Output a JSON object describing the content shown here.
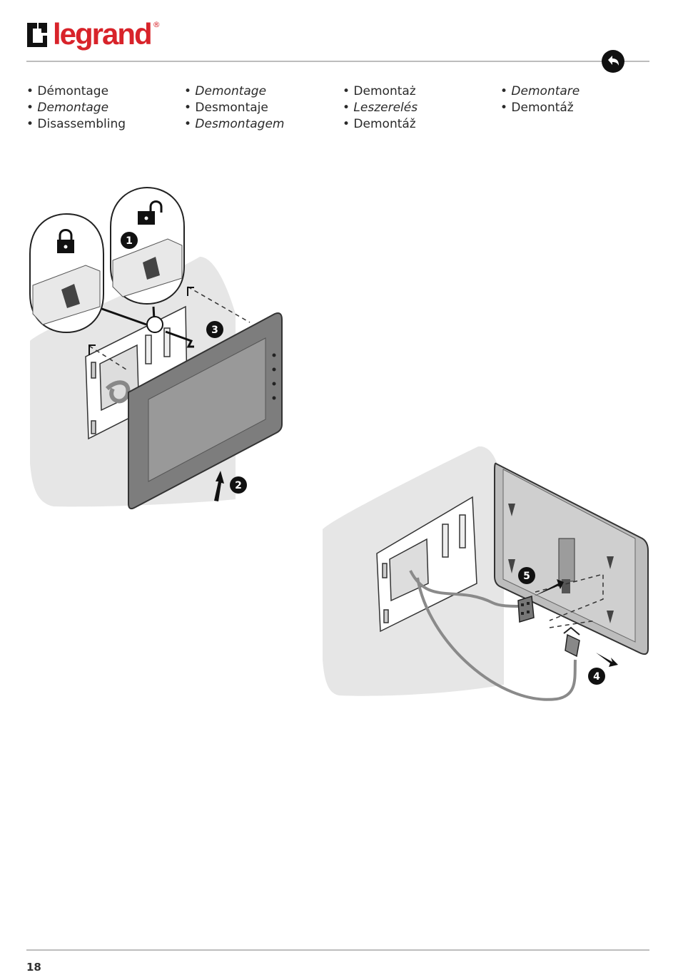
{
  "header": {
    "brand": "legrand",
    "registered_mark": "®",
    "back_icon": "back-arrow-icon"
  },
  "languages": {
    "col1": [
      {
        "text": "• Démontage",
        "italic": false
      },
      {
        "text": "• Demontage",
        "italic": true
      },
      {
        "text": "• Disassembling",
        "italic": false
      }
    ],
    "col2": [
      {
        "text": "• Demontage",
        "italic": true
      },
      {
        "text": "• Desmontaje",
        "italic": false
      },
      {
        "text": "• Desmontagem",
        "italic": true
      }
    ],
    "col3": [
      {
        "text": "• Demontaż",
        "italic": false
      },
      {
        "text": "• Leszerelés",
        "italic": true
      },
      {
        "text": "• Demontáž",
        "italic": false
      }
    ],
    "col4": [
      {
        "text": "• Demontare",
        "italic": true
      },
      {
        "text": "• Demontáž",
        "italic": false
      }
    ]
  },
  "steps": {
    "s1": "1",
    "s2": "2",
    "s3": "3",
    "s4": "4",
    "s5": "5"
  },
  "colors": {
    "brand_red": "#d8232a",
    "wall_gray": "#e6e6e6",
    "device_gray": "#8c8c8c",
    "rule_gray": "#bdbdbd"
  },
  "footer": {
    "page_number": "18"
  }
}
